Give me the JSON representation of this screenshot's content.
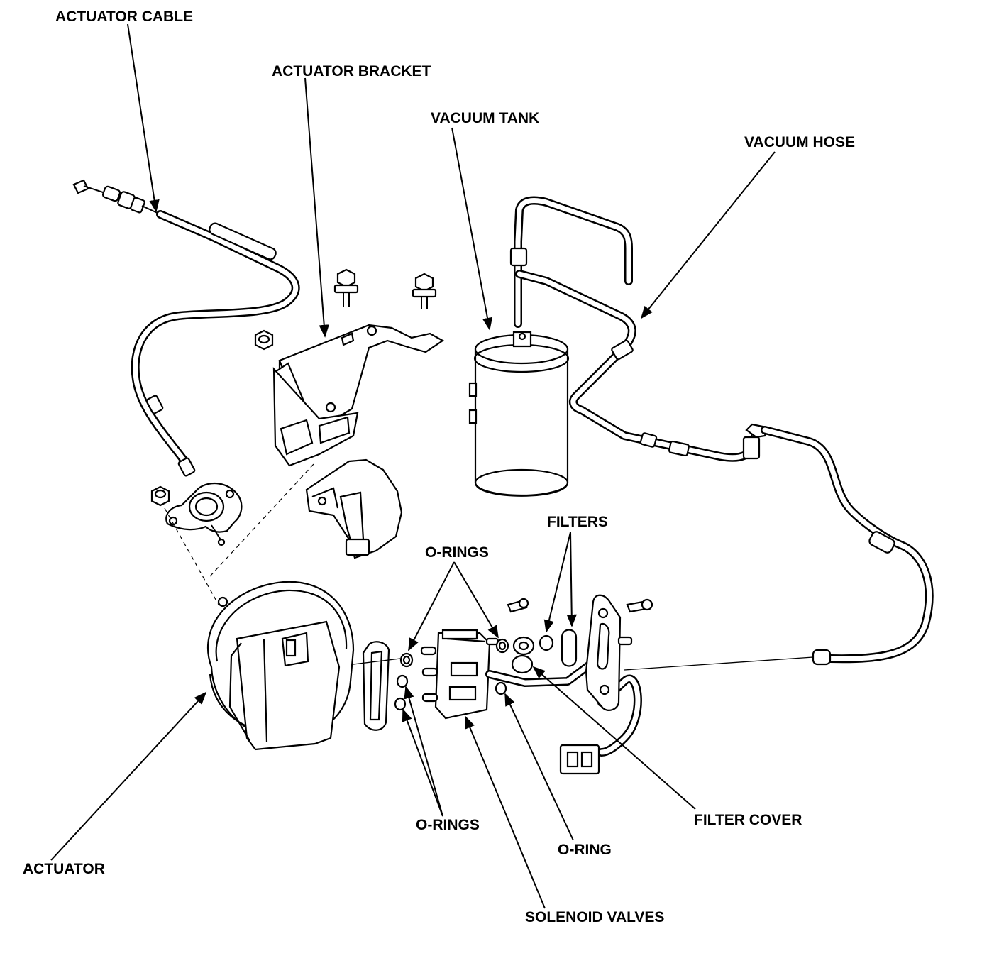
{
  "labels": {
    "actuator_cable": "ACTUATOR CABLE",
    "actuator_bracket": "ACTUATOR BRACKET",
    "vacuum_tank": "VACUUM TANK",
    "vacuum_hose": "VACUUM HOSE",
    "filters": "FILTERS",
    "o_rings_top": "O-RINGS",
    "o_rings_bottom": "O-RINGS",
    "o_ring": "O-RING",
    "filter_cover": "FILTER COVER",
    "actuator": "ACTUATOR",
    "solenoid_valves": "SOLENOID VALVES"
  },
  "colors": {
    "line": "#000000",
    "background": "#ffffff"
  }
}
